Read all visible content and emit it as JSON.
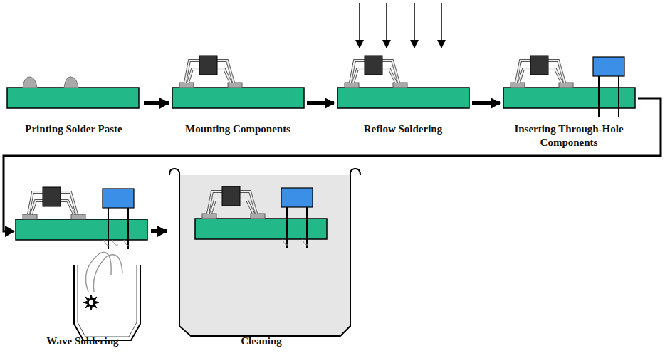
{
  "diagram": {
    "nodes": [
      {
        "text": [
          "Printing Solder Paste"
        ]
      },
      {
        "text": [
          "Mounting Components"
        ]
      },
      {
        "text": [
          "Reflow Soldering"
        ]
      },
      {
        "text": [
          "Inserting Through-Hole Components"
        ]
      },
      {
        "text": [
          "Wave Soldering"
        ]
      },
      {
        "text": [
          "Cleaning"
        ]
      }
    ],
    "edges": [
      {
        "from": 0,
        "to": 1,
        "arrow": "to"
      },
      {
        "from": 1,
        "to": 2,
        "arrow": "to"
      },
      {
        "from": 2,
        "to": 3,
        "arrow": "to"
      },
      {
        "from": 3,
        "to": 4,
        "arrow": "to"
      },
      {
        "from": 4,
        "to": 5,
        "arrow": "to"
      }
    ]
  }
}
